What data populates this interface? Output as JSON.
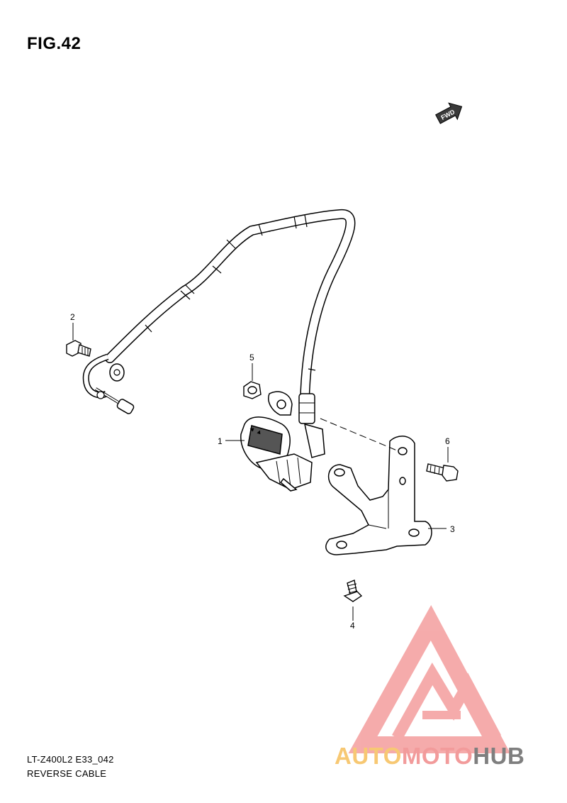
{
  "figure": {
    "title": "FIG.42"
  },
  "direction_marker": {
    "label": "FWD",
    "icon": "fwd-arrow-icon"
  },
  "callouts": [
    {
      "number": "1"
    },
    {
      "number": "2"
    },
    {
      "number": "3"
    },
    {
      "number": "4"
    },
    {
      "number": "5"
    },
    {
      "number": "6"
    }
  ],
  "footer": {
    "model_code": "LT-Z400L2 E33_042",
    "part_name": "REVERSE CABLE"
  },
  "watermark": {
    "part1": "AUTO",
    "part2": "MOTO",
    "part3": "HUB",
    "colors": {
      "part1": "#f7c873",
      "part2": "#f29b9b",
      "part3": "#7f7f7f",
      "logo": "#f4a3a3"
    }
  }
}
